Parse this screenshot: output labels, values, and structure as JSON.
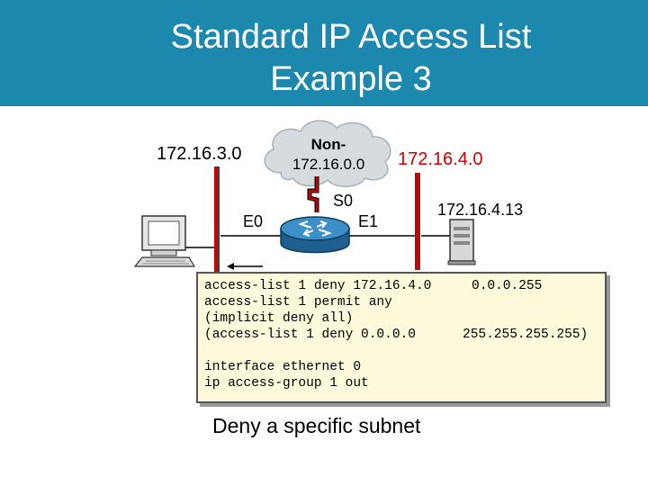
{
  "header": {
    "title_line1": "Standard IP Access List",
    "title_line2": "Example 3",
    "background_color": "#1d88ad"
  },
  "diagram": {
    "left_network": "172.16.3.0",
    "cloud_line1": "Non-",
    "cloud_line2": "172.16.0.0",
    "right_network": "172.16.4.0",
    "interface_e0": "E0",
    "interface_s0": "S0",
    "interface_e1": "E1",
    "host_ip": "172.16.4.13",
    "accent_red": "#cc0000",
    "router_color": "#2d7fb8"
  },
  "config": {
    "line1_cmd": "access-list 1 deny 172.16.4.0",
    "line1_mask": "0.0.0.255",
    "line2": "access-list 1 permit any",
    "line3": "(implicit deny all)",
    "line4_cmd": "(access-list 1 deny 0.0.0.0",
    "line4_mask": "255.255.255.255)",
    "line5": "interface ethernet 0",
    "line6": "ip access-group 1 out"
  },
  "caption": "Deny a specific subnet"
}
